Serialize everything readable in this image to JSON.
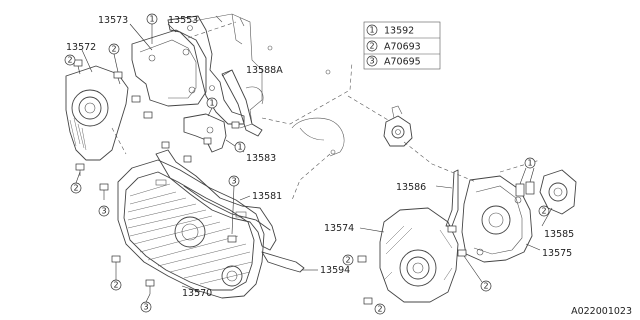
{
  "diagram": {
    "labels": {
      "p13573": "13573",
      "p13553": "13553",
      "p13572": "13572",
      "p13588A": "13588A",
      "p13583": "13583",
      "p13581": "13581",
      "p13586": "13586",
      "p13574": "13574",
      "p13585": "13585",
      "p13575": "13575",
      "p13594": "13594",
      "p13570": "13570"
    },
    "callout_numbers": [
      "1",
      "2",
      "3"
    ],
    "legend": [
      {
        "num": "1",
        "part": "13592"
      },
      {
        "num": "2",
        "part": "A70693"
      },
      {
        "num": "3",
        "part": "A70695"
      }
    ],
    "figure_code": "A022001023"
  }
}
